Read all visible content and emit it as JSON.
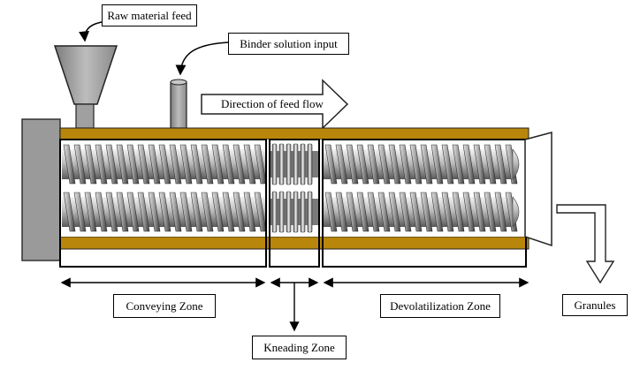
{
  "labels": {
    "raw_material_feed": "Raw material feed",
    "binder_solution_input": "Binder solution input",
    "direction_of_feed_flow": "Direction of feed flow",
    "conveying_zone": "Conveying Zone",
    "kneading_zone": "Kneading Zone",
    "devolatilization_zone": "Devolatilization Zone",
    "granules": "Granules"
  },
  "colors": {
    "barrel_wall": "#b8860b",
    "motor": "#9a9a9a",
    "hopper": "#a8a8a8",
    "screw_dark": "#555555",
    "screw_light": "#e6e6e6"
  }
}
